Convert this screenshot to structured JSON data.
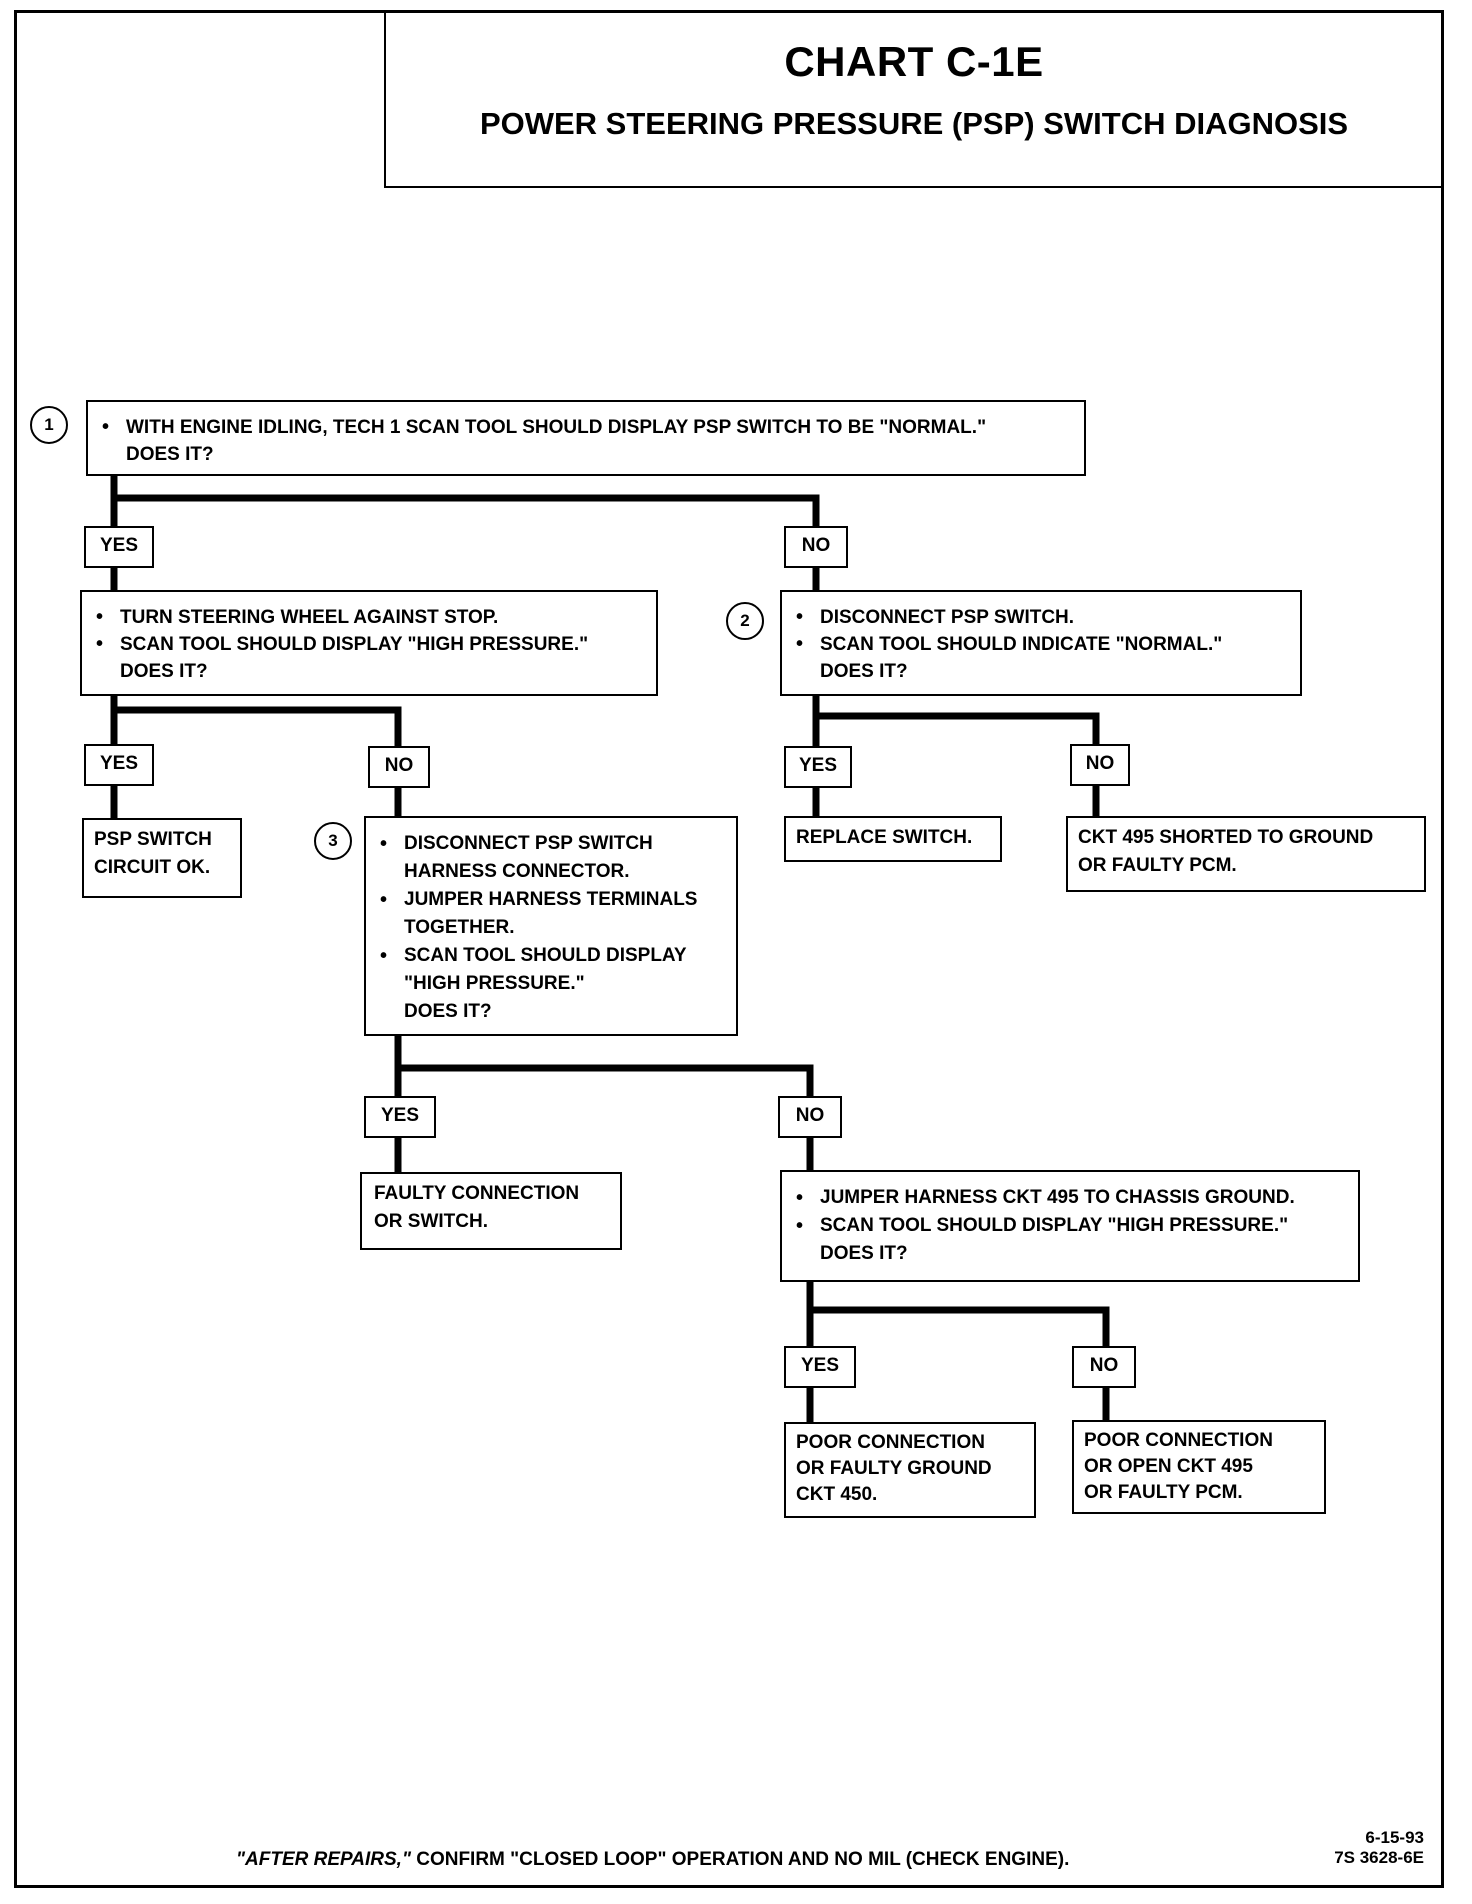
{
  "header": {
    "title": "CHART C-1E",
    "subtitle": "POWER STEERING PRESSURE (PSP) SWITCH DIAGNOSIS"
  },
  "steps": {
    "s1": {
      "num": "1",
      "bullets": [
        "WITH ENGINE IDLING, TECH 1 SCAN TOOL SHOULD DISPLAY PSP SWITCH TO BE \"NORMAL.\""
      ],
      "question": "DOES IT?"
    },
    "s1_yes": {
      "label": "YES",
      "bullets": [
        "TURN STEERING WHEEL AGAINST STOP.",
        "SCAN TOOL SHOULD DISPLAY \"HIGH PRESSURE.\""
      ],
      "question": "DOES IT?"
    },
    "s1_no": {
      "label": "NO",
      "num": "2",
      "bullets": [
        "DISCONNECT PSP SWITCH.",
        "SCAN TOOL SHOULD INDICATE \"NORMAL.\""
      ],
      "question": "DOES IT?"
    },
    "s1y_yes": {
      "label": "YES",
      "lines": [
        "PSP SWITCH",
        "CIRCUIT OK."
      ]
    },
    "s1y_no": {
      "label": "NO",
      "num": "3",
      "bullets": [
        "DISCONNECT PSP SWITCH HARNESS CONNECTOR.",
        "JUMPER HARNESS TERMINALS TOGETHER.",
        "SCAN TOOL SHOULD DISPLAY \"HIGH PRESSURE.\""
      ],
      "question": "DOES IT?"
    },
    "s2_yes": {
      "label": "YES",
      "lines": [
        "REPLACE SWITCH."
      ]
    },
    "s2_no": {
      "label": "NO",
      "lines": [
        "CKT 495 SHORTED TO GROUND",
        "OR FAULTY PCM."
      ]
    },
    "s3_yes": {
      "label": "YES",
      "lines": [
        "FAULTY CONNECTION",
        "OR  SWITCH."
      ]
    },
    "s3_no": {
      "label": "NO",
      "bullets": [
        "JUMPER HARNESS CKT 495 TO CHASSIS GROUND.",
        "SCAN TOOL SHOULD DISPLAY \"HIGH PRESSURE.\""
      ],
      "question": "DOES IT?"
    },
    "s4_yes": {
      "label": "YES",
      "lines": [
        "POOR CONNECTION",
        "OR FAULTY GROUND",
        "CKT 450."
      ]
    },
    "s4_no": {
      "label": "NO",
      "lines": [
        "POOR CONNECTION",
        "OR OPEN CKT 495",
        "OR FAULTY PCM."
      ]
    }
  },
  "footer": {
    "note_em": "\"AFTER REPAIRS,\"",
    "note_rest": " CONFIRM \"CLOSED LOOP\" OPERATION AND NO MIL (CHECK ENGINE).",
    "date": "6-15-93",
    "code": "7S 3628-6E"
  }
}
